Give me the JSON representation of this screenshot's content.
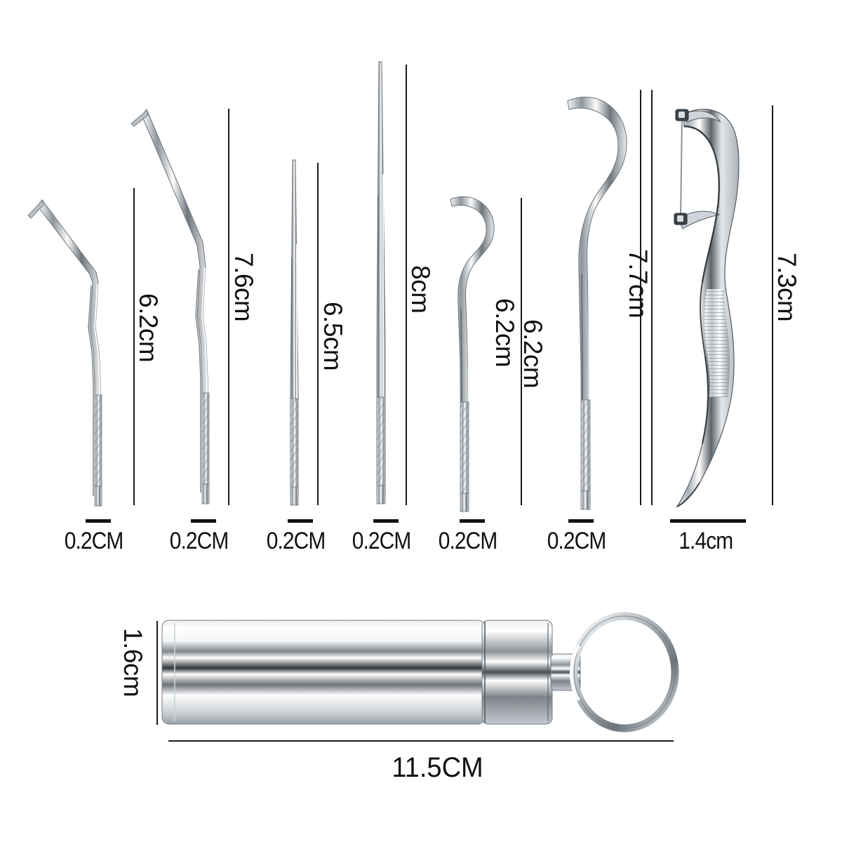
{
  "page": {
    "background_color": "#ffffff",
    "accent_color": "#111111",
    "metal_color": "#c8cdd2"
  },
  "tools_row": {
    "length_labels": [
      {
        "id": "tool-1-length",
        "text": "6.2cm"
      },
      {
        "id": "tool-2-length",
        "text": "7.6cm"
      },
      {
        "id": "tool-3-length",
        "text": "6.5cm"
      },
      {
        "id": "tool-4-length",
        "text": "8cm"
      },
      {
        "id": "tool-5-length",
        "text": "6.2cm"
      },
      {
        "id": "tool-6-length",
        "text": "6.2cm"
      },
      {
        "id": "tool-7-length",
        "text": "7.7cm"
      },
      {
        "id": "tool-7-outer-length",
        "text": "7.3cm"
      }
    ],
    "width_labels": [
      {
        "id": "tool-1-width",
        "text": "0.2CM"
      },
      {
        "id": "tool-2-width",
        "text": "0.2CM"
      },
      {
        "id": "tool-3-width",
        "text": "0.2CM"
      },
      {
        "id": "tool-4-width",
        "text": "0.2CM"
      },
      {
        "id": "tool-5-width",
        "text": "0.2CM"
      },
      {
        "id": "tool-6-width",
        "text": "0.2CM"
      },
      {
        "id": "tool-7-width",
        "text": "1.4cm"
      }
    ]
  },
  "case_row": {
    "height_label": "1.6cm",
    "length_label": "11.5CM"
  }
}
